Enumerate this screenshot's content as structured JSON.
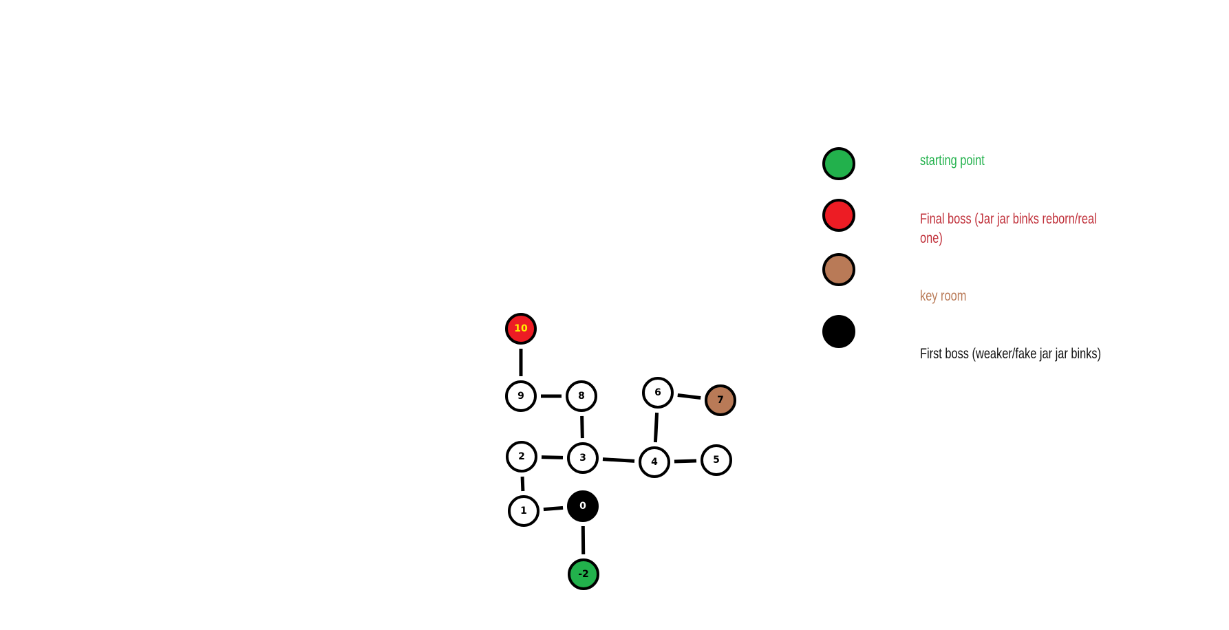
{
  "map": {
    "nodes": [
      {
        "id": "n10",
        "label": "10",
        "fill": "#ed1c24",
        "text_color": "#ffee00"
      },
      {
        "id": "n9",
        "label": "9",
        "fill": "#ffffff",
        "text_color": "#000000"
      },
      {
        "id": "n8",
        "label": "8",
        "fill": "#ffffff",
        "text_color": "#000000"
      },
      {
        "id": "n6",
        "label": "6",
        "fill": "#ffffff",
        "text_color": "#000000"
      },
      {
        "id": "n7",
        "label": "7",
        "fill": "#b97a57",
        "text_color": "#000000"
      },
      {
        "id": "n2",
        "label": "2",
        "fill": "#ffffff",
        "text_color": "#000000"
      },
      {
        "id": "n3",
        "label": "3",
        "fill": "#ffffff",
        "text_color": "#000000"
      },
      {
        "id": "n4",
        "label": "4",
        "fill": "#ffffff",
        "text_color": "#000000"
      },
      {
        "id": "n5",
        "label": "5",
        "fill": "#ffffff",
        "text_color": "#000000"
      },
      {
        "id": "n1",
        "label": "1",
        "fill": "#ffffff",
        "text_color": "#000000"
      },
      {
        "id": "n0",
        "label": "0",
        "fill": "#000000",
        "text_color": "#ffffff"
      },
      {
        "id": "nm2",
        "label": "-2",
        "fill": "#22b14c",
        "text_color": "#000000"
      }
    ],
    "edges": [
      [
        "n10",
        "n9"
      ],
      [
        "n9",
        "n8"
      ],
      [
        "n8",
        "n3"
      ],
      [
        "n2",
        "n3"
      ],
      [
        "n3",
        "n4"
      ],
      [
        "n4",
        "n5"
      ],
      [
        "n4",
        "n6"
      ],
      [
        "n6",
        "n7"
      ],
      [
        "n2",
        "n1"
      ],
      [
        "n1",
        "n0"
      ],
      [
        "n0",
        "nm2"
      ]
    ]
  },
  "legend": {
    "items": [
      {
        "id": "start",
        "color": "#22b14c",
        "text": "starting point",
        "text_color": "#22b14c"
      },
      {
        "id": "final",
        "color": "#ed1c24",
        "text": "Final boss  (Jar jar binks reborn/real",
        "text2": "one)",
        "text_color": "#c0303a"
      },
      {
        "id": "key",
        "color": "#b97a57",
        "text": "key room",
        "text_color": "#b97a57"
      },
      {
        "id": "first",
        "color": "#000000",
        "text": "First boss (weaker/fake jar jar binks)",
        "text_color": "#111111"
      }
    ]
  }
}
